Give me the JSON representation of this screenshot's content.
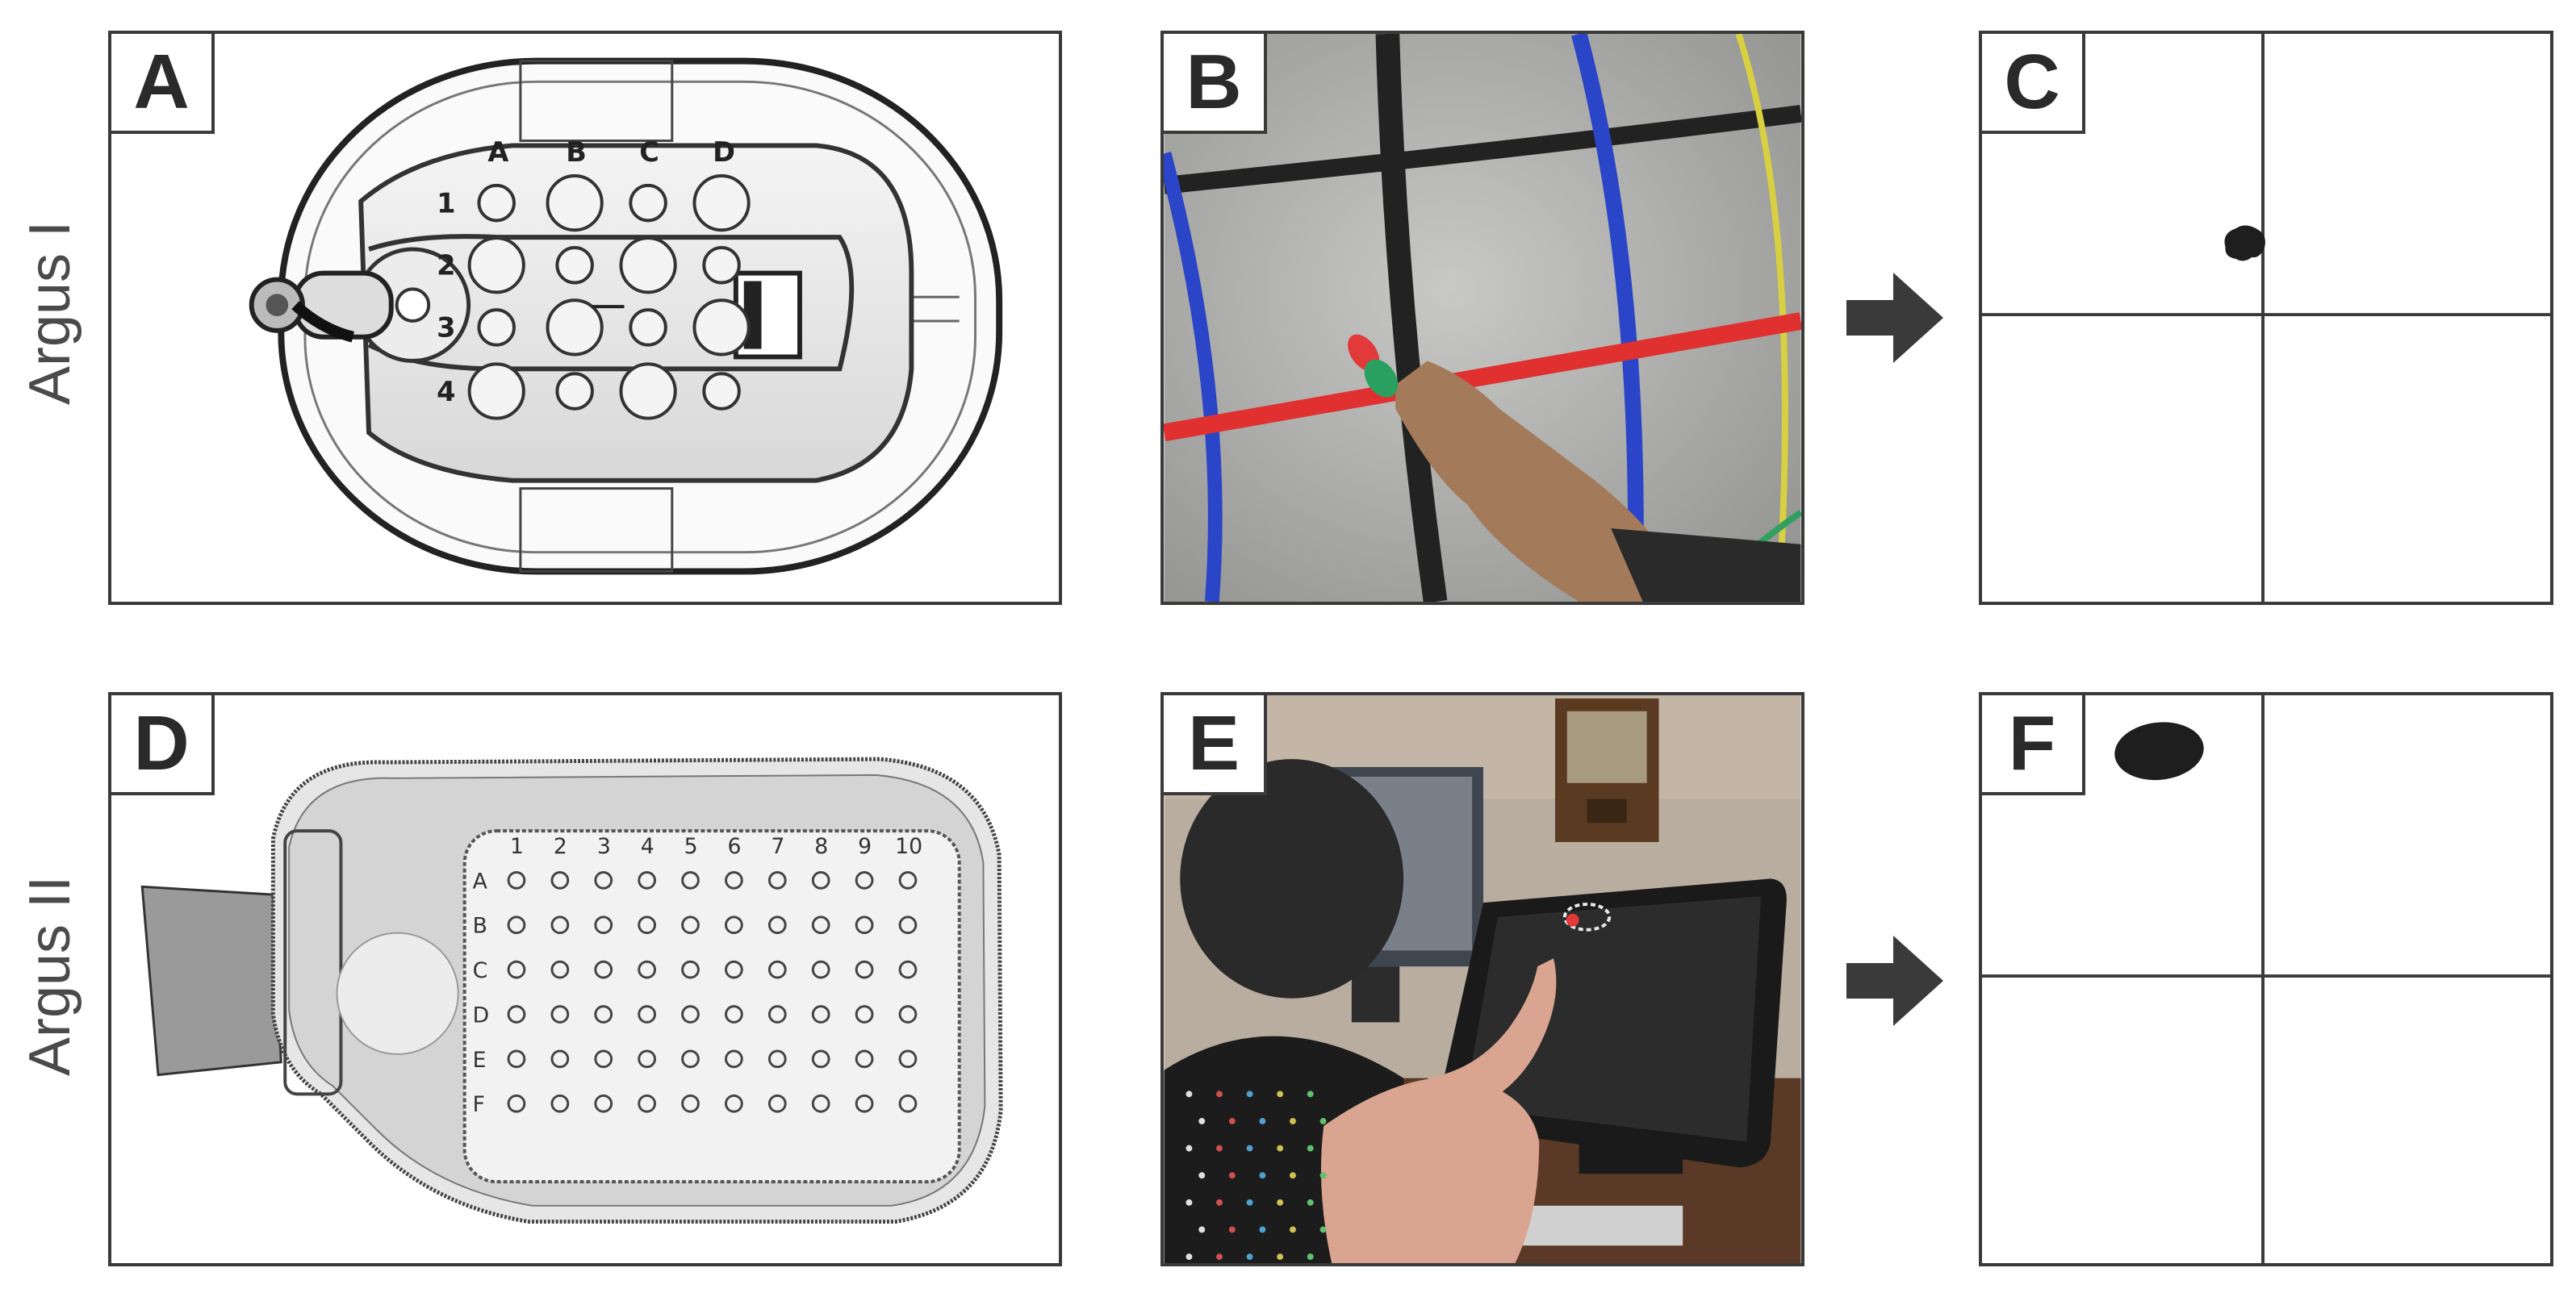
{
  "rows": [
    {
      "label": "Argus I"
    },
    {
      "label": "Argus II"
    }
  ],
  "panels": {
    "A": {
      "letter": "A",
      "columns": [
        "A",
        "B",
        "C",
        "D"
      ],
      "rows": [
        "1",
        "2",
        "3",
        "4"
      ]
    },
    "B": {
      "letter": "B"
    },
    "C": {
      "letter": "C"
    },
    "D": {
      "letter": "D",
      "columns": [
        "1",
        "2",
        "3",
        "4",
        "5",
        "6",
        "7",
        "8",
        "9",
        "10"
      ],
      "rows": [
        "A",
        "B",
        "C",
        "D",
        "E",
        "F"
      ]
    },
    "E": {
      "letter": "E"
    },
    "F": {
      "letter": "F"
    }
  },
  "colors": {
    "frame": "#3a3a3a",
    "arrow": "#3a3a3a",
    "row_label": "#4a4a4a",
    "grid_blue": "#2a45c8",
    "grid_red": "#e03030",
    "grid_yellow": "#d8d040",
    "phosphene": "#1e1e1e"
  }
}
